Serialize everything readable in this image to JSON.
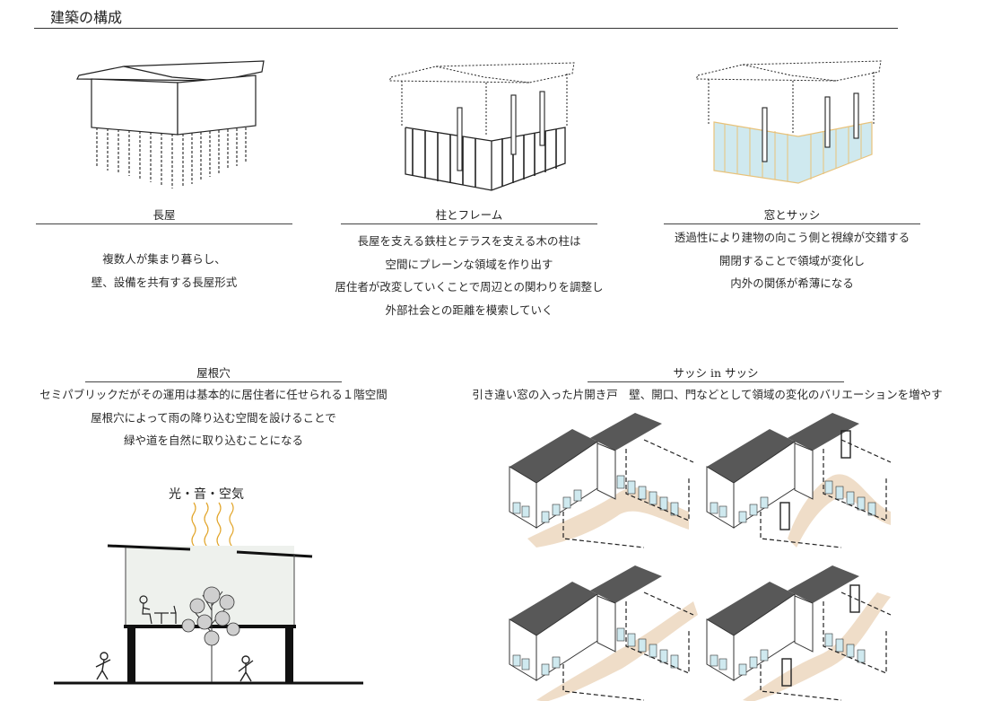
{
  "header": {
    "title": "建築の構成"
  },
  "panels": {
    "nagaya": {
      "caption": "長屋",
      "lines": [
        "複数人が集まり暮らし、",
        "壁、設備を共有する長屋形式"
      ]
    },
    "hashira": {
      "caption": "柱とフレーム",
      "lines": [
        "長屋を支える鉄柱とテラスを支える木の柱は",
        "空間にプレーンな領域を作り出す",
        "居住者が改変していくことで周辺との関わりを調整し",
        "外部社会との距離を模索していく"
      ]
    },
    "mado": {
      "caption": "窓とサッシ",
      "lines": [
        "透過性により建物の向こう側と視線が交錯する",
        "開閉することで領域が変化し",
        "内外の関係が希薄になる"
      ]
    },
    "yaneana": {
      "caption": "屋根穴",
      "lines": [
        "セミパブリックだがその運用は基本的に居住者に任せられる１階空間",
        "屋根穴によって雨の降り込む空間を設けることで",
        "緑や道を自然に取り込むことになる"
      ],
      "section_label": "光・音・空気"
    },
    "sash": {
      "caption": "サッシ in サッシ",
      "lines": [
        "引き違い窓の入った片開き戸　壁、開口、門などとして領域の変化のバリエーションを増やす"
      ]
    }
  },
  "colors": {
    "glass": "#cfe9ef",
    "frame_accent": "#e8c27a",
    "arrow": "#e2a52a",
    "roof_dark": "#585858",
    "path": "#ecd7be"
  }
}
